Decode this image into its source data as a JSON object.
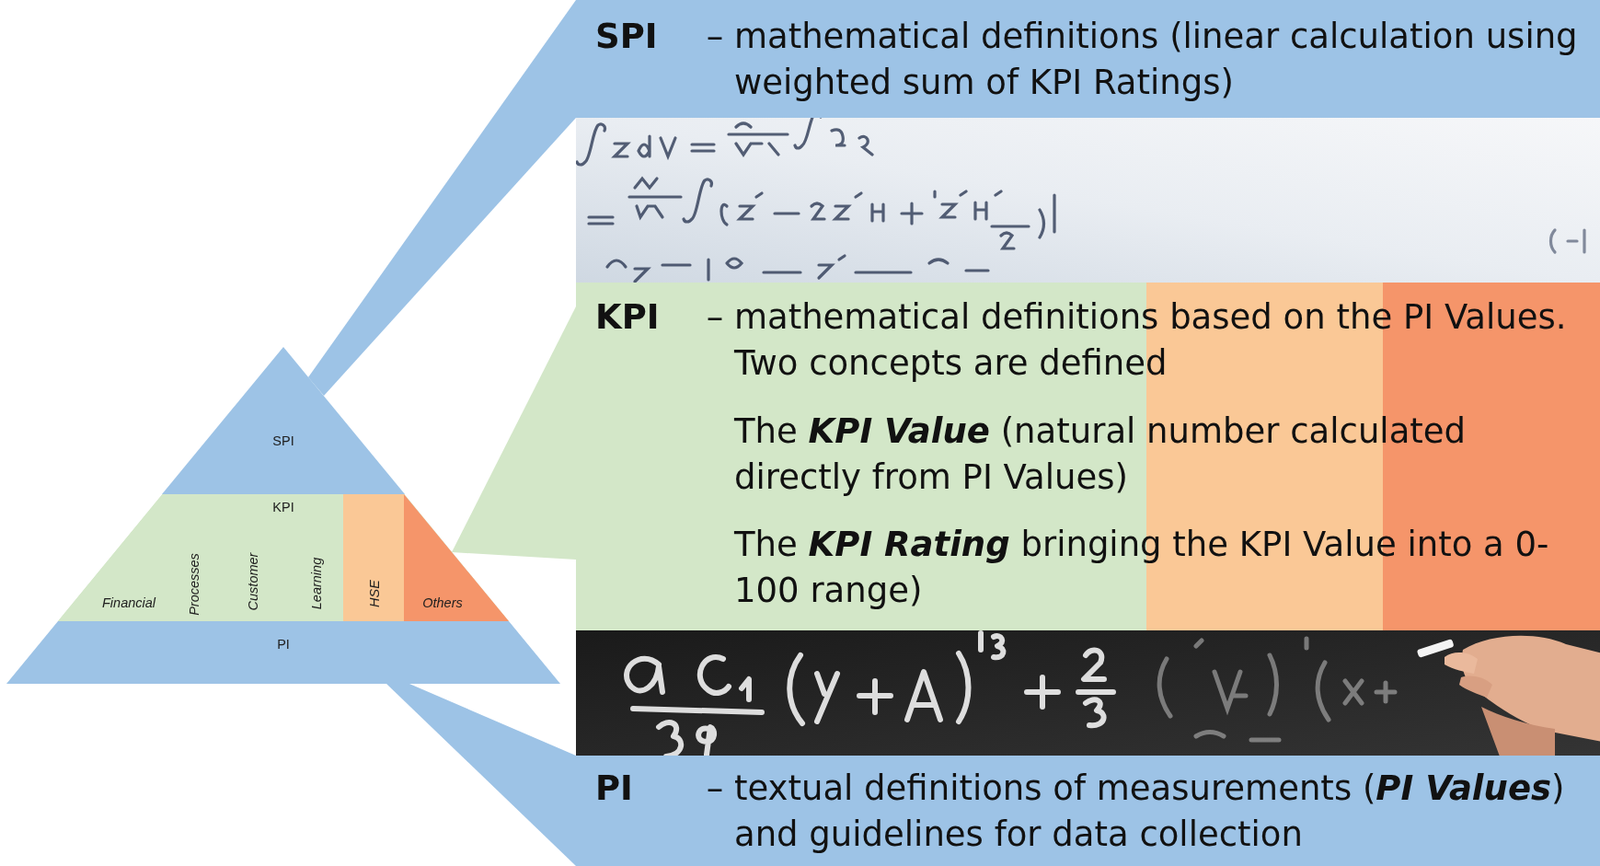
{
  "diagram": {
    "nodes": [
      {
        "text": [
          "SPI"
        ]
      },
      {
        "text": [
          "KPI"
        ]
      },
      {
        "text": [
          "Financial",
          "Processes",
          "Customer",
          "Learning"
        ],
        "in": 1
      },
      {
        "text": [
          "HSE"
        ],
        "in": 1
      },
      {
        "text": [
          "Others"
        ],
        "in": 1
      },
      {
        "text": [
          "PI"
        ]
      },
      {
        "text": [
          "SPI",
          "– mathematical definitions (linear calculation using weighted sum of KPI Ratings)"
        ]
      },
      {
        "text": [
          "KPI",
          "– mathematical definitions based on the PI Values. Two concepts are defined",
          "The",
          "KPI Value",
          "(natural number calculated directly from PI Values)",
          "The",
          "KPI Rating",
          "bringing the KPI Value into a 0-100 range)"
        ]
      },
      {
        "text": [
          "PI",
          "– textual definitions of measurements (",
          "PI Values",
          ") and guidelines for data collection"
        ]
      }
    ],
    "edges": [
      {
        "from": 0,
        "to": 6,
        "arrow": "none"
      },
      {
        "from": 1,
        "to": 7,
        "arrow": "none"
      },
      {
        "from": 5,
        "to": 8,
        "arrow": "none"
      }
    ]
  }
}
